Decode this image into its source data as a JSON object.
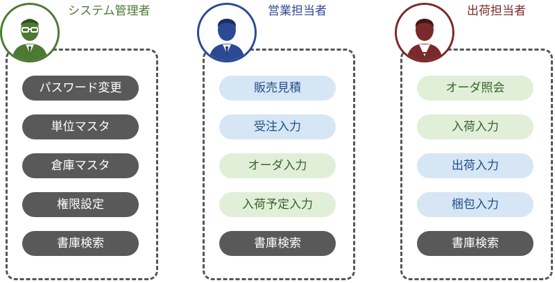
{
  "roles": [
    {
      "title": "システム管理者",
      "color": "#4c7a34",
      "icon": "admin-user-with-glasses-icon",
      "buttons": [
        {
          "label": "パスワード変更",
          "style": "dark"
        },
        {
          "label": "単位マスタ",
          "style": "dark"
        },
        {
          "label": "倉庫マスタ",
          "style": "dark"
        },
        {
          "label": "権限設定",
          "style": "dark"
        },
        {
          "label": "書庫検索",
          "style": "dark"
        }
      ]
    },
    {
      "title": "営業担当者",
      "color": "#2c4a94",
      "icon": "sales-user-icon",
      "buttons": [
        {
          "label": "販売見積",
          "style": "blue"
        },
        {
          "label": "受注入力",
          "style": "blue"
        },
        {
          "label": "オーダ入力",
          "style": "green"
        },
        {
          "label": "入荷予定入力",
          "style": "green"
        },
        {
          "label": "書庫検索",
          "style": "dark"
        }
      ]
    },
    {
      "title": "出荷担当者",
      "color": "#7a2a2a",
      "icon": "shipping-user-icon",
      "buttons": [
        {
          "label": "オーダ照会",
          "style": "green"
        },
        {
          "label": "入荷入力",
          "style": "green"
        },
        {
          "label": "出荷入力",
          "style": "blue"
        },
        {
          "label": "梱包入力",
          "style": "blue"
        },
        {
          "label": "書庫検索",
          "style": "dark"
        }
      ]
    }
  ],
  "colors": {
    "dark_button": "#595959",
    "blue_button": "#d6e6f5",
    "green_button": "#e1efd8",
    "dashed_border": "#555555"
  }
}
